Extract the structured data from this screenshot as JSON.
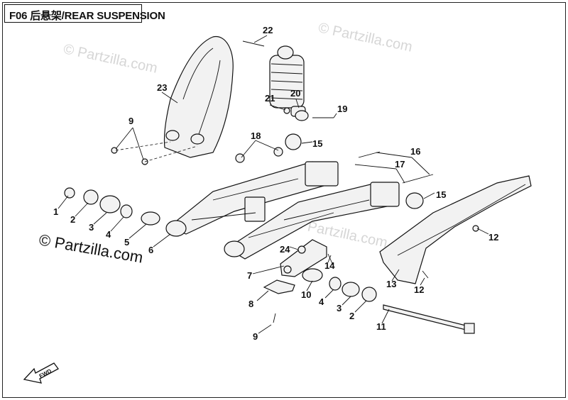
{
  "title": "F06  后悬架/REAR SUSPENSION",
  "watermarks": {
    "main": "© Partzilla.com",
    "faint": "© Partzilla.com"
  },
  "fwd_label": "FWD",
  "callouts": {
    "c1": "1",
    "c2a": "2",
    "c2b": "2",
    "c3a": "3",
    "c3b": "3",
    "c4a": "4",
    "c4b": "4",
    "c5": "5",
    "c6": "6",
    "c7": "7",
    "c8": "8",
    "c9a": "9",
    "c9b": "9",
    "c10": "10",
    "c11": "11",
    "c12a": "12",
    "c12b": "12",
    "c13": "13",
    "c14": "14",
    "c15a": "15",
    "c15b": "15",
    "c16": "16",
    "c17": "17",
    "c18": "18",
    "c19": "19",
    "c20": "20",
    "c21": "21",
    "c22": "22",
    "c23": "23",
    "c24": "24"
  }
}
